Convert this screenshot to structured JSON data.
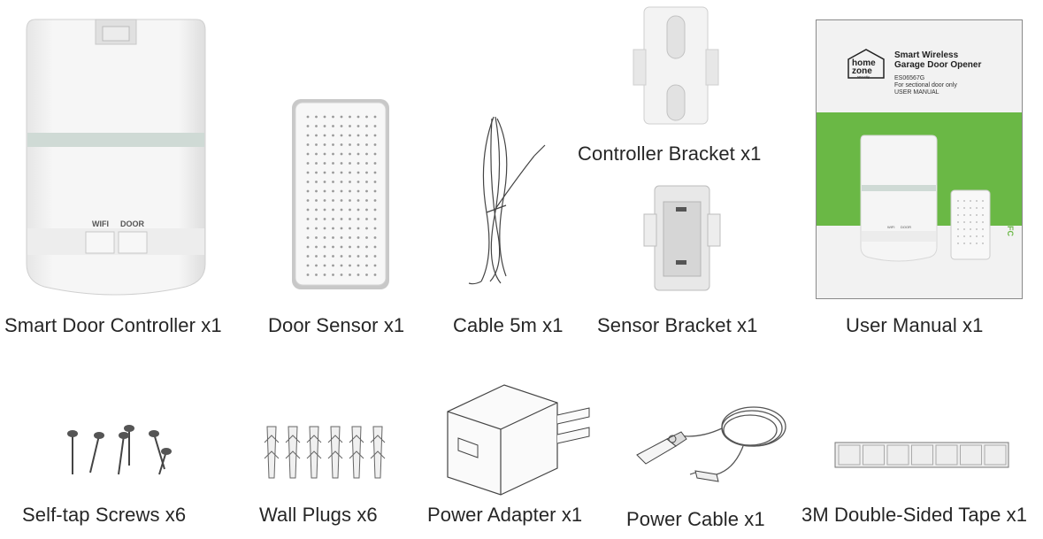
{
  "items": {
    "controller": {
      "label": "Smart Door Controller x1",
      "led_wifi": "WIFI",
      "led_door": "DOOR"
    },
    "door_sensor": {
      "label": "Door Sensor x1"
    },
    "cable": {
      "label": "Cable 5m x1"
    },
    "controller_bracket": {
      "label": "Controller Bracket x1"
    },
    "sensor_bracket": {
      "label": "Sensor Bracket x1"
    },
    "manual": {
      "label": "User Manual x1",
      "logo_line1": "home",
      "logo_line2": "zone",
      "logo_line3": "security",
      "title_line1": "Smart Wireless",
      "title_line2": "Garage Door Opener",
      "model": "ES06567G",
      "note": "For sectional door only",
      "doc_type": "USER MANUAL",
      "cover_led_wifi": "WIFI",
      "cover_led_door": "DOOR",
      "fcc_mark": "FC"
    },
    "screws": {
      "label": "Self-tap Screws x6"
    },
    "wall_plugs": {
      "label": "Wall Plugs x6"
    },
    "power_adapter": {
      "label": "Power Adapter x1"
    },
    "power_cable": {
      "label": "Power Cable x1"
    },
    "tape": {
      "label": "3M Double-Sided Tape x1"
    }
  },
  "colors": {
    "manual_green": "#6ab845",
    "label_text": "#262626",
    "device_white": "#f4f4f4"
  }
}
